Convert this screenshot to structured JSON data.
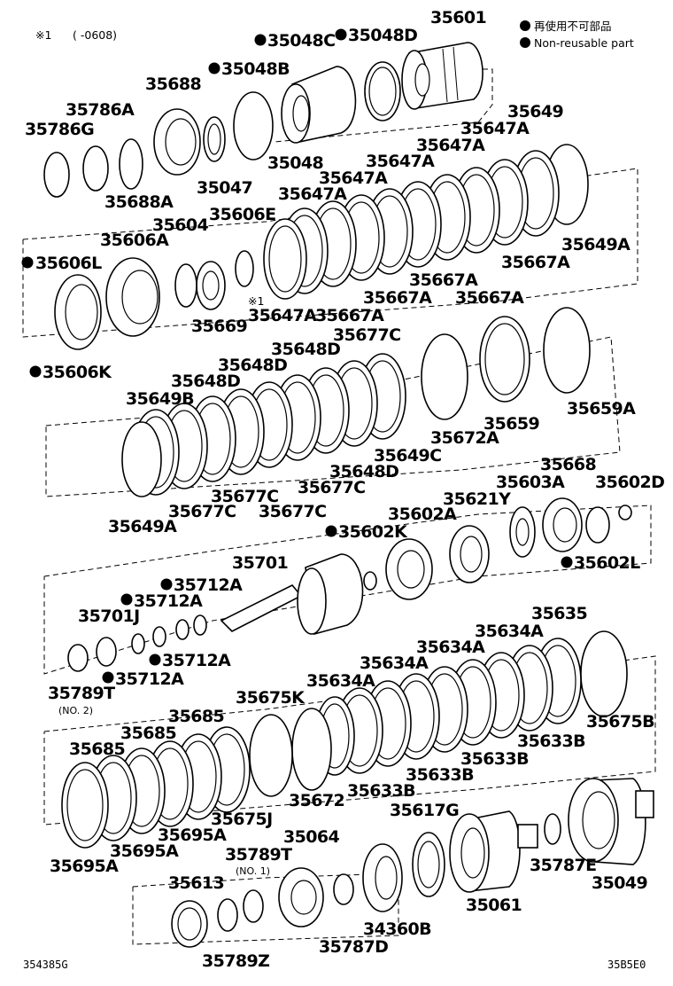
{
  "legend": {
    "jp_text": "再使用不可部品",
    "en_text": "Non-reusable part",
    "marker_color": "#000000"
  },
  "note": {
    "marker": "※1",
    "range": "(      -0608)"
  },
  "labels": {
    "p35601": "35601",
    "p35048D": "35048D",
    "p35048C": "35048C",
    "p35048B": "35048B",
    "p35688": "35688",
    "p35786A": "35786A",
    "p35786G": "35786G",
    "p35688A": "35688A",
    "p35047": "35047",
    "p35048": "35048",
    "p35649": "35649",
    "p35647A_1": "35647A",
    "p35647A_2": "35647A",
    "p35647A_3": "35647A",
    "p35647A_4": "35647A",
    "p35647A_5": "35647A",
    "p35647A_6": "35647A",
    "p35606E": "35606E",
    "p35604": "35604",
    "p35606A": "35606A",
    "p35606L": "35606L",
    "p35606K": "35606K",
    "p35669": "35669",
    "note_ref": "※1",
    "p35649A_1": "35649A",
    "p35667A_1": "35667A",
    "p35667A_2": "35667A",
    "p35667A_3": "35667A",
    "p35667A_4": "35667A",
    "p35667A_5": "35667A",
    "p35648D_1": "35648D",
    "p35677C_1": "35677C",
    "p35648D_2": "35648D",
    "p35648D_3": "35648D",
    "p35649B": "35649B",
    "p35659": "35659",
    "p35659A": "35659A",
    "p35672A": "35672A",
    "p35649C": "35649C",
    "p35648D_4": "35648D",
    "p35677C_2": "35677C",
    "p35677C_3": "35677C",
    "p35677C_4": "35677C",
    "p35677C_5": "35677C",
    "p35649A_2": "35649A",
    "p35668": "35668",
    "p35603A": "35603A",
    "p35602D": "35602D",
    "p35621Y": "35621Y",
    "p35602A": "35602A",
    "p35602K": "35602K",
    "p35602L": "35602L",
    "p35701": "35701",
    "p35712A_1": "35712A",
    "p35712A_2": "35712A",
    "p35701J": "35701J",
    "p35712A_3": "35712A",
    "p35712A_4": "35712A",
    "p35789T_1": "35789T",
    "no2": "(NO. 2)",
    "p35635": "35635",
    "p35634A_1": "35634A",
    "p35634A_2": "35634A",
    "p35634A_3": "35634A",
    "p35634A_4": "35634A",
    "p35675K": "35675K",
    "p35675B": "35675B",
    "p35633B_1": "35633B",
    "p35633B_2": "35633B",
    "p35633B_3": "35633B",
    "p35633B_4": "35633B",
    "p35685_1": "35685",
    "p35685_2": "35685",
    "p35685_3": "35685",
    "p35672": "35672",
    "p35675J": "35675J",
    "p35695A_1": "35695A",
    "p35695A_2": "35695A",
    "p35695A_3": "35695A",
    "p35617G": "35617G",
    "p35064": "35064",
    "p35789T_2": "35789T",
    "no1": "(NO. 1)",
    "p35613": "35613",
    "p35787E": "35787E",
    "p35049": "35049",
    "p35061": "35061",
    "p34360B": "34360B",
    "p35787D": "35787D",
    "p35789Z": "35789Z"
  },
  "footer": {
    "left_code": "354385G",
    "right_code": "35B5E0"
  }
}
